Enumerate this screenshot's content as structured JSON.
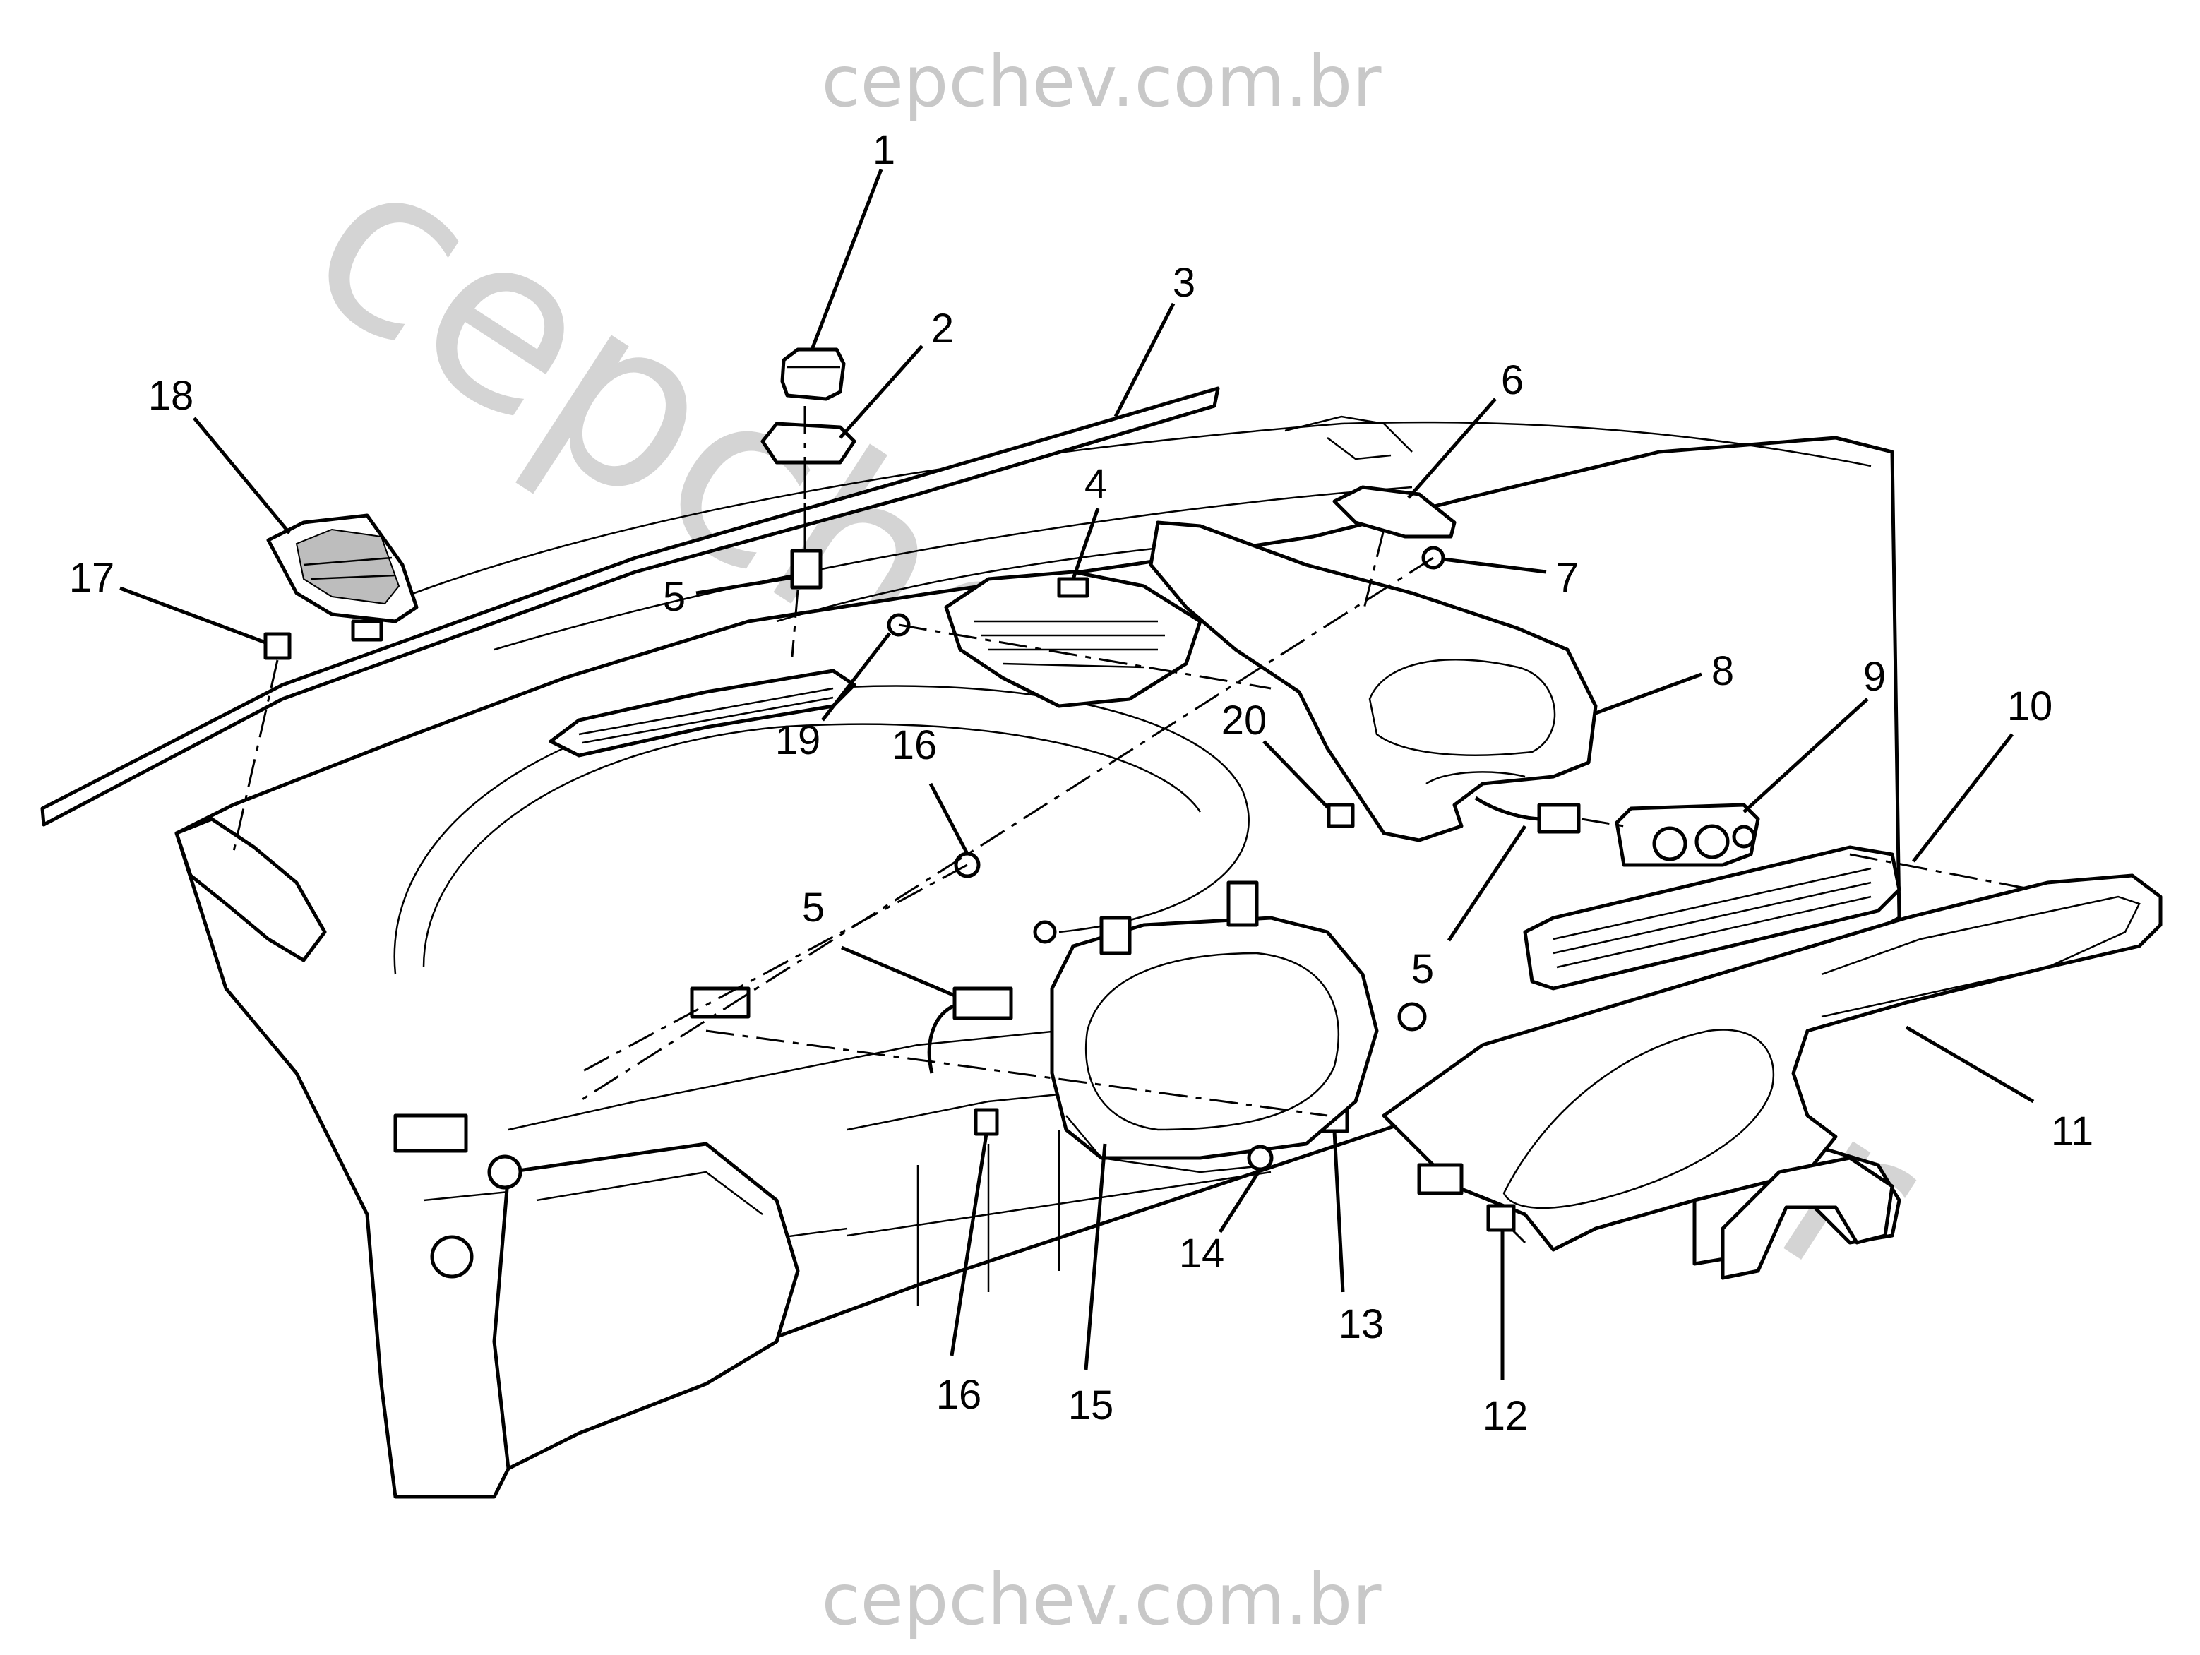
{
  "watermark": {
    "top": "cepchev.com.br",
    "bottom": "cepchev.com.br",
    "diagonal": "cepchev.com.br"
  },
  "callouts": [
    {
      "id": "c1",
      "text": "1"
    },
    {
      "id": "c2",
      "text": "2"
    },
    {
      "id": "c3",
      "text": "3"
    },
    {
      "id": "c4",
      "text": "4"
    },
    {
      "id": "c5a",
      "text": "5"
    },
    {
      "id": "c5b",
      "text": "5"
    },
    {
      "id": "c5c",
      "text": "5"
    },
    {
      "id": "c6",
      "text": "6"
    },
    {
      "id": "c7",
      "text": "7"
    },
    {
      "id": "c8",
      "text": "8"
    },
    {
      "id": "c9",
      "text": "9"
    },
    {
      "id": "c10",
      "text": "10"
    },
    {
      "id": "c11",
      "text": "11"
    },
    {
      "id": "c12",
      "text": "12"
    },
    {
      "id": "c13",
      "text": "13"
    },
    {
      "id": "c14",
      "text": "14"
    },
    {
      "id": "c15",
      "text": "15"
    },
    {
      "id": "c16a",
      "text": "16"
    },
    {
      "id": "c16b",
      "text": "16"
    },
    {
      "id": "c17",
      "text": "17"
    },
    {
      "id": "c18",
      "text": "18"
    },
    {
      "id": "c19",
      "text": "19"
    },
    {
      "id": "c20",
      "text": "20"
    }
  ]
}
